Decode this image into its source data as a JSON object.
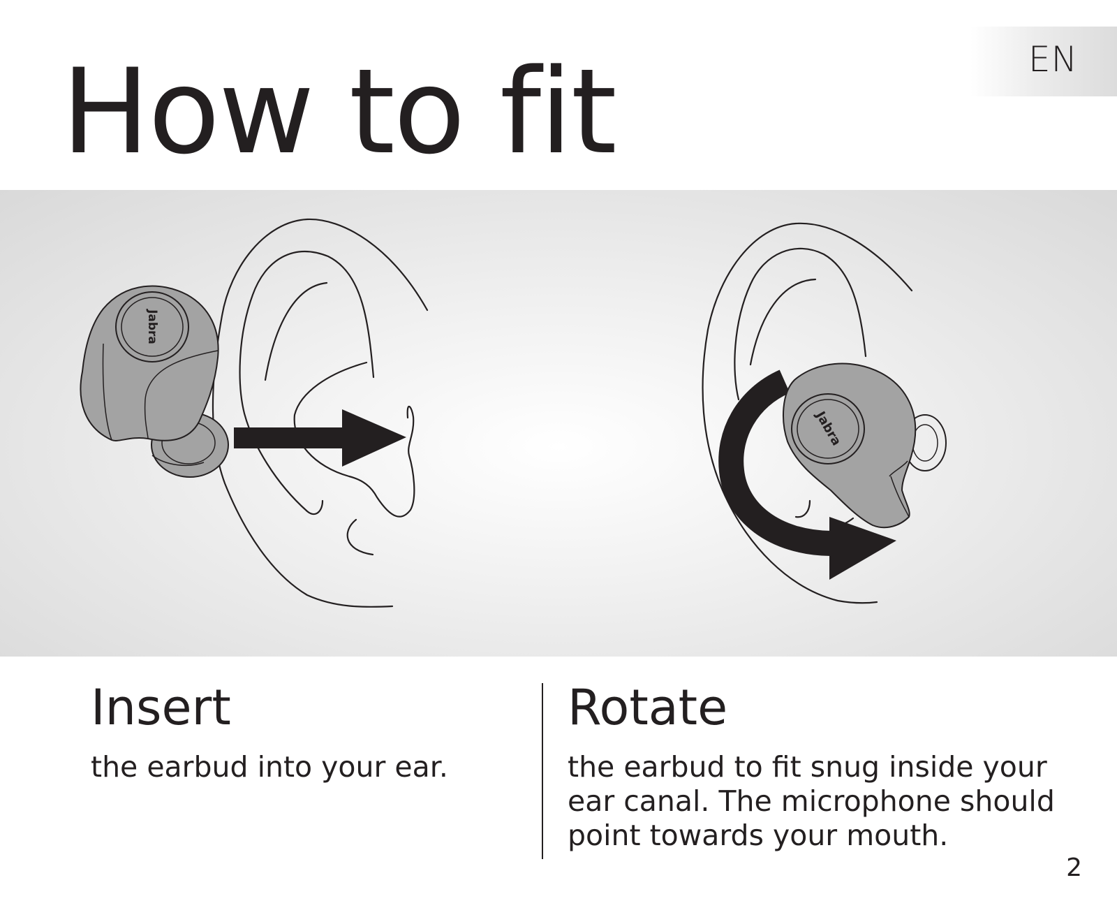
{
  "header": {
    "title": "How to fit",
    "language_tab": "EN"
  },
  "illustration": {
    "brand_label_left": "Jabra",
    "brand_label_right": "Jabra"
  },
  "steps": [
    {
      "heading": "Insert",
      "text": "the earbud into your ear."
    },
    {
      "heading": "Rotate",
      "text": "the earbud to fit snug inside your ear canal. The microphone should point towards your mouth."
    }
  ],
  "footer": {
    "page_number": "2"
  },
  "colors": {
    "text": "#231f20",
    "earbud_fill": "#a3a3a3",
    "panel_gradient_center": "#ffffff",
    "panel_gradient_edge": "#d9d9d9"
  }
}
